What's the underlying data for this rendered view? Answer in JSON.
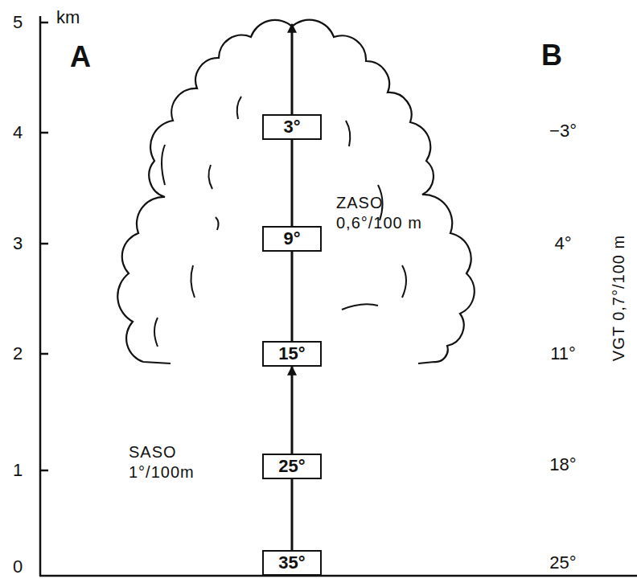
{
  "diagram": {
    "nodes": [
      {
        "text": [
          "3°"
        ]
      },
      {
        "text": [
          "9°"
        ]
      },
      {
        "text": [
          "15°"
        ]
      },
      {
        "text": [
          "25°"
        ]
      },
      {
        "text": [
          "35°"
        ]
      }
    ],
    "edges": [
      {
        "from": 4,
        "to": 3,
        "arrow": "none"
      },
      {
        "from": 3,
        "to": 2,
        "arrow": "to"
      },
      {
        "from": 2,
        "to": 1,
        "arrow": "none"
      },
      {
        "from": 1,
        "to": 0,
        "arrow": "none"
      }
    ],
    "labels": [
      "km",
      "5",
      "4",
      "3",
      "2",
      "1",
      "0",
      "A",
      "B",
      "ZASO 0,6°/100 m",
      "SASO 1°/100m",
      "−3°",
      "4°",
      "11°",
      "18°",
      "25°",
      "VGT 0,7°/100 m"
    ]
  }
}
